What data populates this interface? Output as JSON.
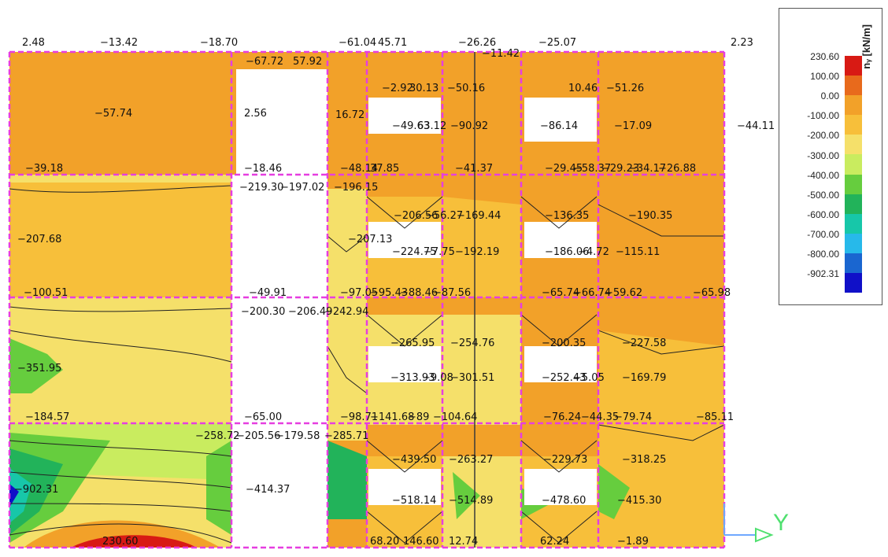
{
  "legend": {
    "title": "nᵧ [kN/m]",
    "values": [
      "230.60",
      "100.00",
      "0.00",
      "-100.00",
      "-200.00",
      "-300.00",
      "-400.00",
      "-500.00",
      "-600.00",
      "-700.00",
      "-800.00",
      "-902.31"
    ],
    "colors": [
      "#d81a14",
      "#e86a1c",
      "#f2a129",
      "#f7bf3a",
      "#f5e06a",
      "#c9ec5f",
      "#66cd3e",
      "#22b35a",
      "#17c7a9",
      "#27b9ea",
      "#1a66d0",
      "#1010c8"
    ]
  },
  "axis": {
    "y_label": "Y"
  },
  "colors": {
    "frame": "#e63ee0",
    "contour": "#222222",
    "background_zone": "#f2a129"
  },
  "values": [
    {
      "t": "2.48"
    },
    {
      "t": "−13.42"
    },
    {
      "t": "−18.70"
    },
    {
      "t": "−61.04"
    },
    {
      "t": "45.71"
    },
    {
      "t": "−26.26"
    },
    {
      "t": "−25.07"
    },
    {
      "t": "2.23"
    },
    {
      "t": "−11.42"
    },
    {
      "t": "−67.72"
    },
    {
      "t": "57.92"
    },
    {
      "t": "−57.74"
    },
    {
      "t": "2.56"
    },
    {
      "t": "16.72"
    },
    {
      "t": "−2.92"
    },
    {
      "t": "30.13"
    },
    {
      "t": "−50.16"
    },
    {
      "t": "10.46"
    },
    {
      "t": "−51.26"
    },
    {
      "t": "−49.63"
    },
    {
      "t": "63.12"
    },
    {
      "t": "−90.92"
    },
    {
      "t": "−86.14"
    },
    {
      "t": "−17.09"
    },
    {
      "t": "−44.11"
    },
    {
      "t": "−39.18"
    },
    {
      "t": "−18.46"
    },
    {
      "t": "−48.14"
    },
    {
      "t": "37.85"
    },
    {
      "t": "−41.37"
    },
    {
      "t": "−29.45"
    },
    {
      "t": "−58.37"
    },
    {
      "t": "−29.23"
    },
    {
      "t": "−34.17"
    },
    {
      "t": "−26.88"
    },
    {
      "t": "−219.30"
    },
    {
      "t": "−197.02"
    },
    {
      "t": "−196.15"
    },
    {
      "t": "−206.56"
    },
    {
      "t": "−56.27"
    },
    {
      "t": "−169.44"
    },
    {
      "t": "−136.35"
    },
    {
      "t": "−190.35"
    },
    {
      "t": "−207.68"
    },
    {
      "t": "−207.13"
    },
    {
      "t": "−224.75"
    },
    {
      "t": "−7.75"
    },
    {
      "t": "−192.19"
    },
    {
      "t": "−186.06"
    },
    {
      "t": "−4.72"
    },
    {
      "t": "−115.11"
    },
    {
      "t": "−100.51"
    },
    {
      "t": "−49.91"
    },
    {
      "t": "−97.05"
    },
    {
      "t": "−95.43"
    },
    {
      "t": "−88.46"
    },
    {
      "t": "−87.56"
    },
    {
      "t": "−65.74"
    },
    {
      "t": "−66.74"
    },
    {
      "t": "−59.62"
    },
    {
      "t": "−65.98"
    },
    {
      "t": "−200.30"
    },
    {
      "t": "−206.49"
    },
    {
      "t": "−242.94"
    },
    {
      "t": "−265.95"
    },
    {
      "t": "−254.76"
    },
    {
      "t": "−200.35"
    },
    {
      "t": "−227.58"
    },
    {
      "t": "−351.95"
    },
    {
      "t": "−313.93"
    },
    {
      "t": "−9.08"
    },
    {
      "t": "−301.51"
    },
    {
      "t": "−252.43"
    },
    {
      "t": "−5.05"
    },
    {
      "t": "−169.79"
    },
    {
      "t": "−184.57"
    },
    {
      "t": "−65.00"
    },
    {
      "t": "−98.71"
    },
    {
      "t": "−141.68"
    },
    {
      "t": "−89"
    },
    {
      "t": "−104.64"
    },
    {
      "t": "−76.24"
    },
    {
      "t": "−44.35"
    },
    {
      "t": "−79.74"
    },
    {
      "t": "−85.11"
    },
    {
      "t": "−258.72"
    },
    {
      "t": "−205.56"
    },
    {
      "t": "−179.58"
    },
    {
      "t": "−285.71"
    },
    {
      "t": "−439.50"
    },
    {
      "t": "−263.27"
    },
    {
      "t": "−229.73"
    },
    {
      "t": "−318.25"
    },
    {
      "t": "−902.31"
    },
    {
      "t": "−414.37"
    },
    {
      "t": "−518.14"
    },
    {
      "t": "−514.89"
    },
    {
      "t": "−478.60"
    },
    {
      "t": "−415.30"
    },
    {
      "t": "230.60"
    },
    {
      "t": "68.20"
    },
    {
      "t": "146.60"
    },
    {
      "t": "12.74"
    },
    {
      "t": "62.24"
    },
    {
      "t": "−1.89"
    }
  ]
}
